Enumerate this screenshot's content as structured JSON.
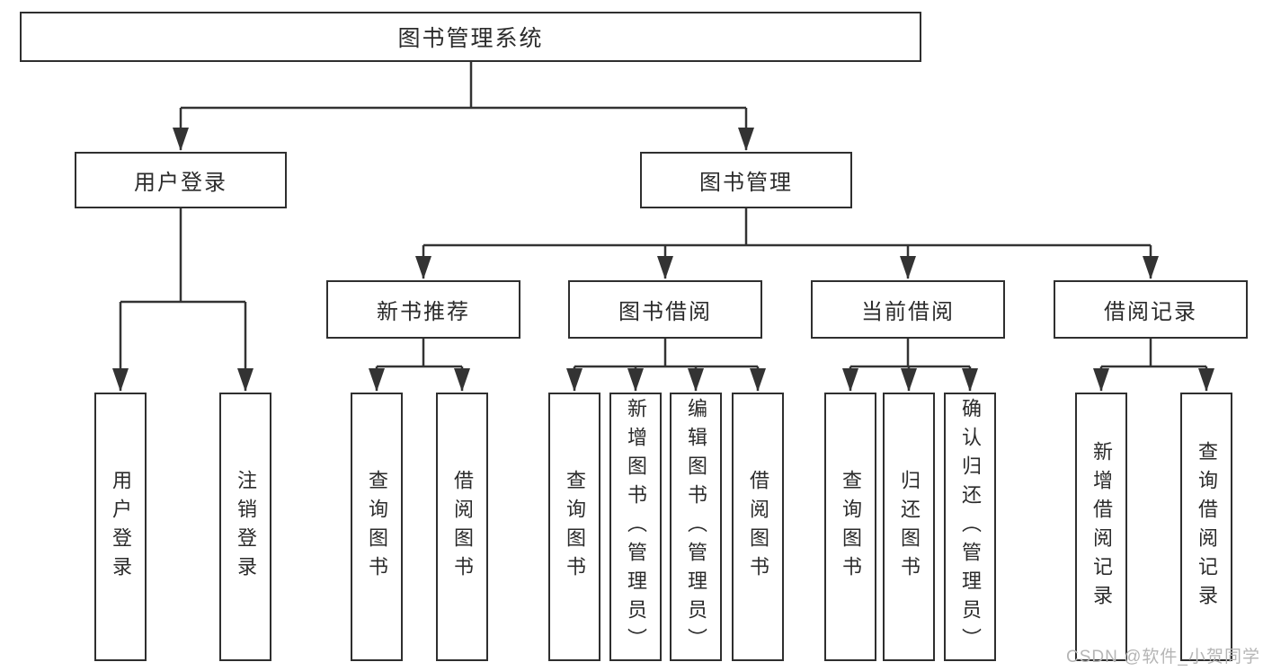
{
  "tree": {
    "root": {
      "label": "图书管理系统"
    },
    "branches": [
      {
        "label": "用户登录",
        "children": [
          {
            "label": "用户登录"
          },
          {
            "label": "注销登录"
          }
        ]
      },
      {
        "label": "图书管理",
        "children": [
          {
            "label": "新书推荐",
            "children": [
              {
                "label": "查询图书"
              },
              {
                "label": "借阅图书"
              }
            ]
          },
          {
            "label": "图书借阅",
            "children": [
              {
                "label": "查询图书"
              },
              {
                "label": "新增图书（管理员）"
              },
              {
                "label": "编辑图书（管理员）"
              },
              {
                "label": "借阅图书"
              }
            ]
          },
          {
            "label": "当前借阅",
            "children": [
              {
                "label": "查询图书"
              },
              {
                "label": "归还图书"
              },
              {
                "label": "确认归还（管理员）"
              }
            ]
          },
          {
            "label": "借阅记录",
            "children": [
              {
                "label": "新增借阅记录"
              },
              {
                "label": "查询借阅记录"
              }
            ]
          }
        ]
      }
    ]
  },
  "watermark": {
    "text": "CSDN @软件_小贺同学",
    "color": "#b5b5b5"
  },
  "colors": {
    "line": "#333333",
    "box_border": "#2f2f2f",
    "box_fill": "#ffffff",
    "text": "#2b2b2b",
    "background": "#ffffff"
  }
}
